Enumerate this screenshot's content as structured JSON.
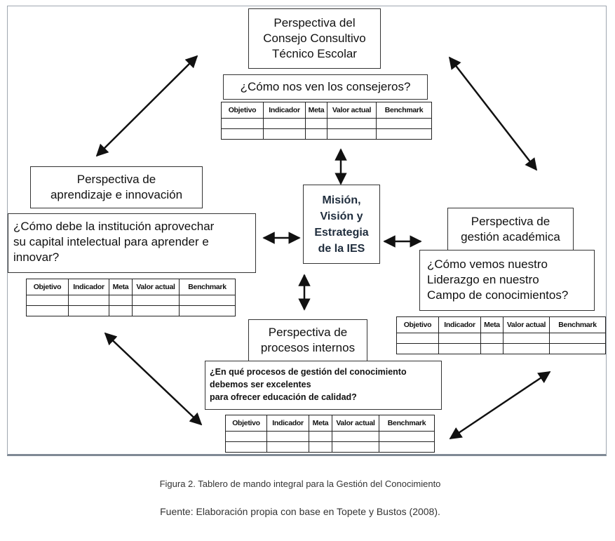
{
  "kpi_headers": [
    "Objetivo",
    "Indicador",
    "Meta",
    "Valor actual",
    "Benchmark"
  ],
  "center": {
    "text": "Misión,\nVisión y\nEstrategia\nde la IES"
  },
  "top": {
    "title": "Perspectiva del\nConsejo Consultivo\nTécnico Escolar",
    "question": "¿Cómo nos ven los consejeros?"
  },
  "left": {
    "title": "Perspectiva de\naprendizaje e innovación",
    "question": "¿Cómo debe la institución aprovechar\nsu capital intelectual para aprender e\ninnovar?"
  },
  "right": {
    "title": "Perspectiva de\ngestión académica",
    "question": "¿Cómo vemos nuestro\nLiderazgo en nuestro\nCampo de conocimientos?"
  },
  "bottom": {
    "title": "Perspectiva de\nprocesos internos",
    "question": "¿En qué procesos  de gestión del conocimiento\ndebemos ser excelentes\npara ofrecer educación de calidad?"
  },
  "caption": {
    "figure": "Figura 2. Tablero de mando integral para la Gestión del Conocimiento",
    "source": "Fuente: Elaboración propia con base en Topete y Bustos (2008)."
  },
  "colors": {
    "ink": "#111111",
    "frame": "#9fa7b0",
    "center_text": "#1f2d3d"
  }
}
